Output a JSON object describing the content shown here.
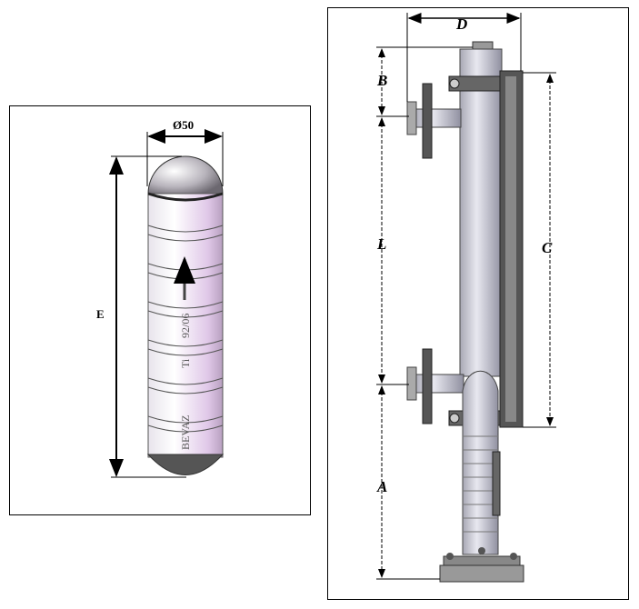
{
  "float_drawing": {
    "diameter_label": "Ø50",
    "length_label": "E",
    "markings": [
      "BEVAZ",
      "Ti",
      "92/06"
    ]
  },
  "gauge_drawing": {
    "labels": {
      "D": "D",
      "B": "B",
      "L": "L",
      "C": "C",
      "A": "A"
    }
  }
}
